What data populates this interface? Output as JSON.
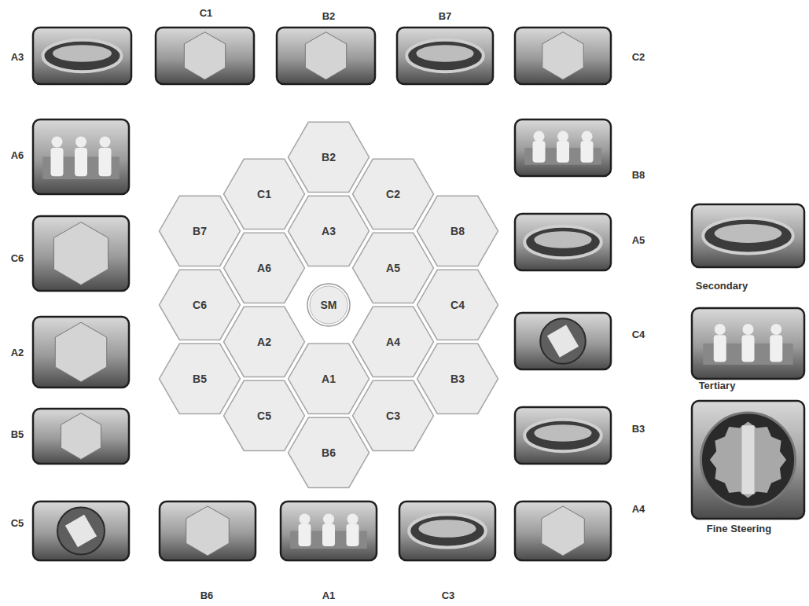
{
  "diagram": {
    "nodes": [
      {
        "text": [
          "B2"
        ]
      },
      {
        "text": [
          "C1"
        ]
      },
      {
        "text": [
          "C2"
        ]
      },
      {
        "text": [
          "B7"
        ]
      },
      {
        "text": [
          "A3"
        ]
      },
      {
        "text": [
          "B8"
        ]
      },
      {
        "text": [
          "A6"
        ]
      },
      {
        "text": [
          "A5"
        ]
      },
      {
        "text": [
          "C6"
        ]
      },
      {
        "text": [
          "SM"
        ]
      },
      {
        "text": [
          "C4"
        ]
      },
      {
        "text": [
          "A2"
        ]
      },
      {
        "text": [
          "A4"
        ]
      },
      {
        "text": [
          "B5"
        ]
      },
      {
        "text": [
          "A1"
        ]
      },
      {
        "text": [
          "B3"
        ]
      },
      {
        "text": [
          "C5"
        ]
      },
      {
        "text": [
          "C3"
        ]
      },
      {
        "text": [
          "B6"
        ]
      }
    ],
    "labels": [
      "A3",
      "C1",
      "B2",
      "B7",
      "C2",
      "A6",
      "B8",
      "C6",
      "A5",
      "Secondary",
      "A2",
      "C4",
      "Tertiary",
      "B5",
      "B3",
      "Fine Steering",
      "C5",
      "A4",
      "B6",
      "A1",
      "C3"
    ]
  }
}
